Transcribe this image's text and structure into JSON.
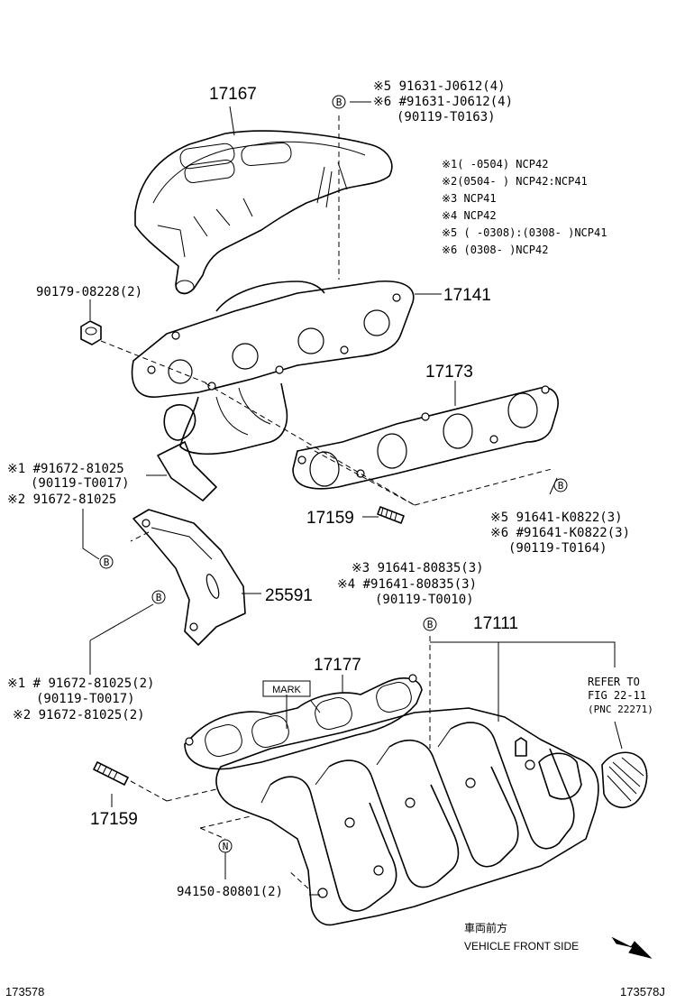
{
  "parts": {
    "heat_insulator": "17167",
    "exhaust_manifold": "17141",
    "exhaust_gasket": "17173",
    "stud_upper": "17159",
    "stud_lower": "17159",
    "stay_bracket": "25591",
    "intake_manifold": "17111",
    "intake_gasket": "17177"
  },
  "bolts": {
    "top_line1": "※5 91631-J0612(4)",
    "top_line2": "※6 #91631-J0612(4)",
    "top_line3": "(90119-T0163)",
    "nut_left": "90179-08228(2)",
    "bracket_line1": "※1 #91672-81025",
    "bracket_line2": "(90119-T0017)",
    "bracket_line3": "※2 91672-81025",
    "gasket_line1": "※5 91641-K0822(3)",
    "gasket_line2": "※6 #91641-K0822(3)",
    "gasket_line3": "(90119-T0164)",
    "intake_line1": "※3  91641-80835(3)",
    "intake_line2": "※4 #91641-80835(3)",
    "intake_line3": "(90119-T0010)",
    "stay_line1": "※1 # 91672-81025(2)",
    "stay_line2": "(90119-T0017)",
    "stay_line3": "※2  91672-81025(2)",
    "bottom_bolt": "94150-80801(2)"
  },
  "notes": [
    "※1(     -0504) NCP42",
    "※2(0504-     ) NCP42:NCP41",
    "※3 NCP41",
    "※4 NCP42",
    "※5 (     -0308):(0308-     )NCP41",
    "※6 (0308-     )NCP42"
  ],
  "callouts": {
    "b": "B",
    "n": "N",
    "mark": "MARK",
    "refer_line1": "REFER TO",
    "refer_line2": "FIG 22-11",
    "refer_line3": "(PNC 22271)"
  },
  "direction": {
    "jp": "車両前方",
    "en": "VEHICLE FRONT SIDE"
  },
  "footer": {
    "left": "173578",
    "right": "173578J"
  }
}
